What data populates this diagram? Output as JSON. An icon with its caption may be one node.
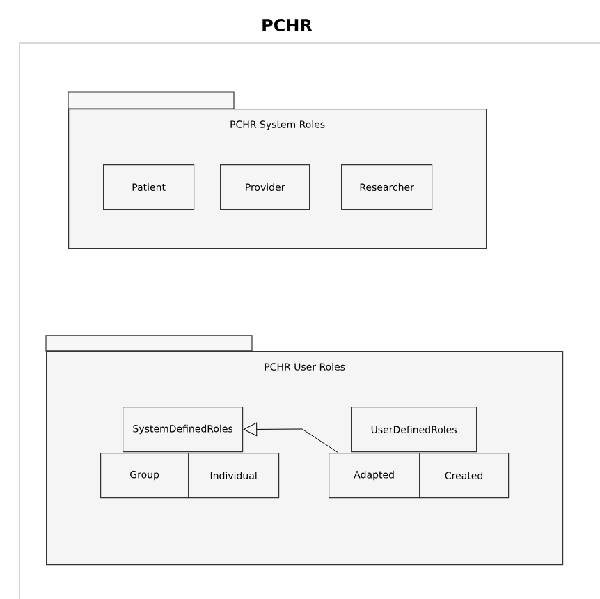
{
  "diagram": {
    "title": "PCHR",
    "nodes": [
      {
        "text": [
          "PCHR System Roles"
        ]
      },
      {
        "text": [
          "Patient"
        ],
        "in": 0
      },
      {
        "text": [
          "Provider"
        ],
        "in": 0
      },
      {
        "text": [
          "Researcher"
        ],
        "in": 0
      },
      {
        "text": [
          "PCHR User Roles"
        ]
      },
      {
        "text": [
          "SystemDefinedRoles"
        ],
        "in": 4
      },
      {
        "text": [
          "Group"
        ],
        "in": 4
      },
      {
        "text": [
          "Individual"
        ],
        "in": 4
      },
      {
        "text": [
          "UserDefinedRoles"
        ],
        "in": 4
      },
      {
        "text": [
          "Adapted"
        ],
        "in": 4
      },
      {
        "text": [
          "Created"
        ],
        "in": 4
      }
    ],
    "edges": [
      {
        "from": 9,
        "to": 5,
        "arrow": "to"
      }
    ]
  }
}
